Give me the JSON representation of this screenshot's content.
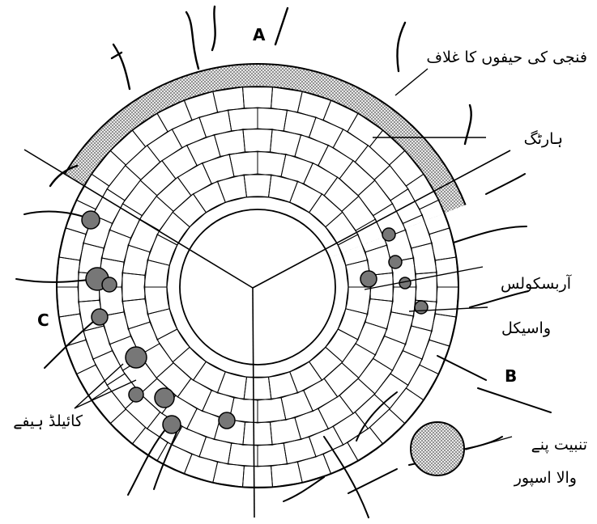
{
  "section_labels": {
    "a": "A",
    "b": "B",
    "c": "C"
  },
  "labels": {
    "fungal_mantle": "فنجی کی حیفوں کا غلاف",
    "hartig": "ہارٹگ",
    "arbuscules": "آربسکولس",
    "vesicle": "واسیکل",
    "coiled_hyphae": "کائیلڈ ہیفے",
    "spore_line1": "تنبیت پنے",
    "spore_line2": "والا اسپور"
  },
  "colors": {
    "ink": "#000000",
    "mantle": "#bdbdbd",
    "spore": "#c8c8c8"
  }
}
